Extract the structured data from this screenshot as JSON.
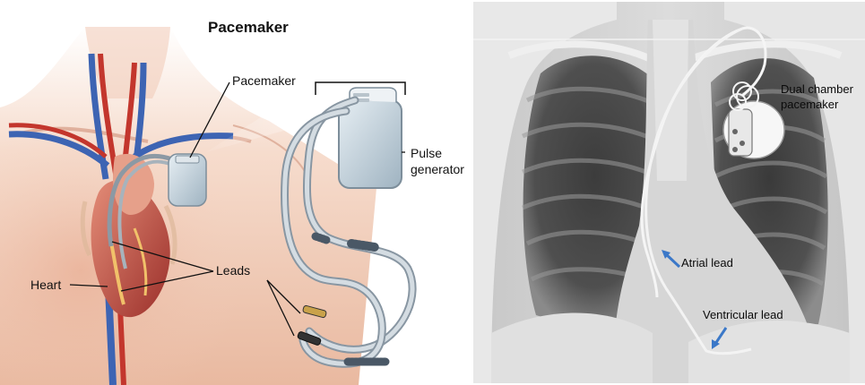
{
  "illustration": {
    "title": "Pacemaker",
    "labels": {
      "pacemaker": "Pacemaker",
      "pulse_generator_line1": "Pulse",
      "pulse_generator_line2": "generator",
      "leads": "Leads",
      "heart": "Heart"
    }
  },
  "xray": {
    "labels": {
      "device_line1": "Dual chamber",
      "device_line2": "pacemaker",
      "atrial_lead": "Atrial lead",
      "ventricular_lead": "Ventricular lead"
    },
    "arrow_color": "#3b78c8"
  }
}
